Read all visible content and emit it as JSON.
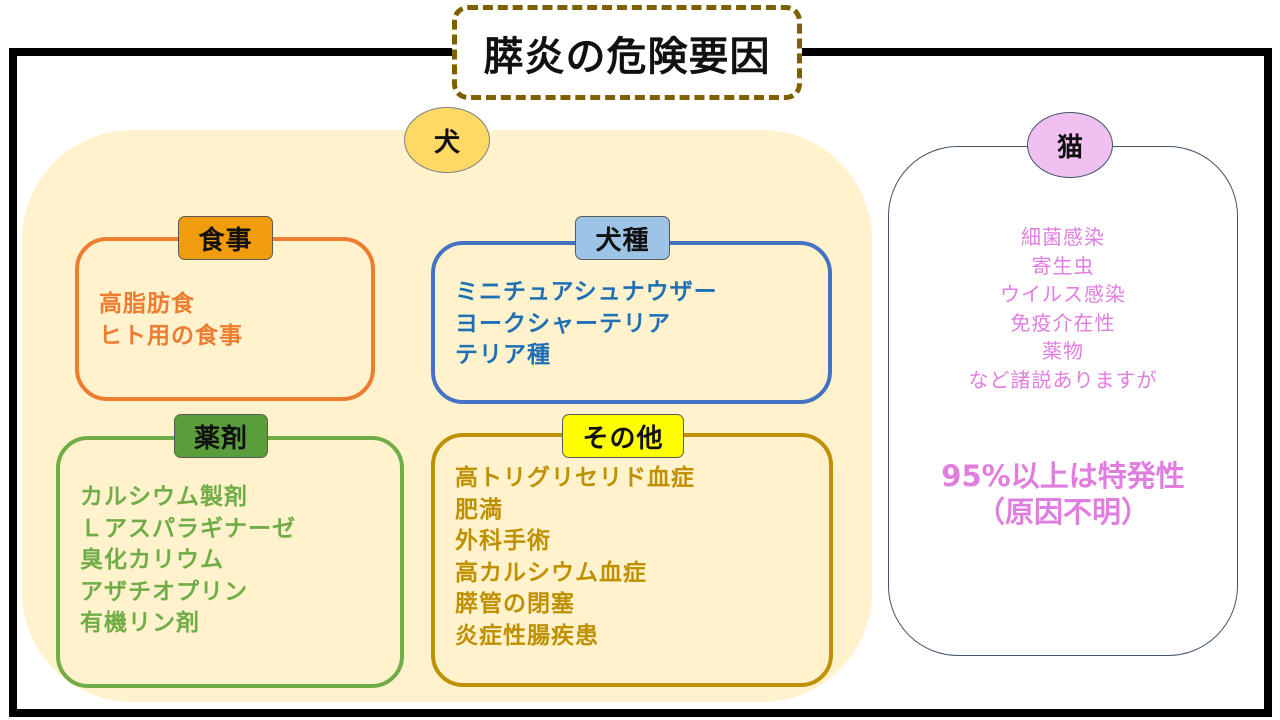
{
  "title": "膵炎の危険要因",
  "dog": {
    "badge": "犬",
    "groups": {
      "food": {
        "label": "食事",
        "items": [
          "高脂肪食",
          "ヒト用の食事"
        ]
      },
      "breed": {
        "label": "犬種",
        "items": [
          "ミニチュアシュナウザー",
          "ヨークシャーテリア",
          "テリア種"
        ]
      },
      "drug": {
        "label": "薬剤",
        "items": [
          "カルシウム製剤",
          "Ｌアスパラギナーゼ",
          "臭化カリウム",
          "アザチオプリン",
          "有機リン剤"
        ]
      },
      "other": {
        "label": "その他",
        "items": [
          "高トリグリセリド血症",
          "肥満",
          "外科手術",
          "高カルシウム血症",
          "膵管の閉塞",
          "炎症性腸疾患"
        ]
      }
    }
  },
  "cat": {
    "badge": "猫",
    "items": [
      "細菌感染",
      "寄生虫",
      "ウイルス感染",
      "免疫介在性",
      "薬物",
      "など諸説ありますが"
    ],
    "conclusion": [
      "95%以上は特発性",
      "（原因不明）"
    ]
  },
  "colors": {
    "title_border": "#7f6000",
    "dog_panel": "#fff2cc",
    "dog_badge": "#ffd966",
    "cat_badge": "#f0c0f0",
    "food": "#ed7d31",
    "breed": "#4472c4",
    "drug": "#70ad47",
    "other": "#bf9000",
    "cat_text": "#e07ee0"
  }
}
